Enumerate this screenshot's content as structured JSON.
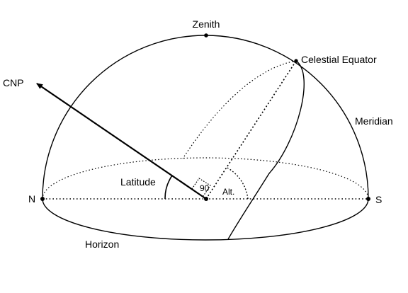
{
  "labels": {
    "zenith": "Zenith",
    "celestial_equator": "Celestial Equator",
    "cnp": "CNP",
    "meridian": "Meridian",
    "latitude": "Latitude",
    "right_angle": "90",
    "altitude": "Alt.",
    "north": "N",
    "south": "S",
    "horizon": "Horizon"
  },
  "colors": {
    "line": "#000000",
    "background": "#ffffff"
  }
}
